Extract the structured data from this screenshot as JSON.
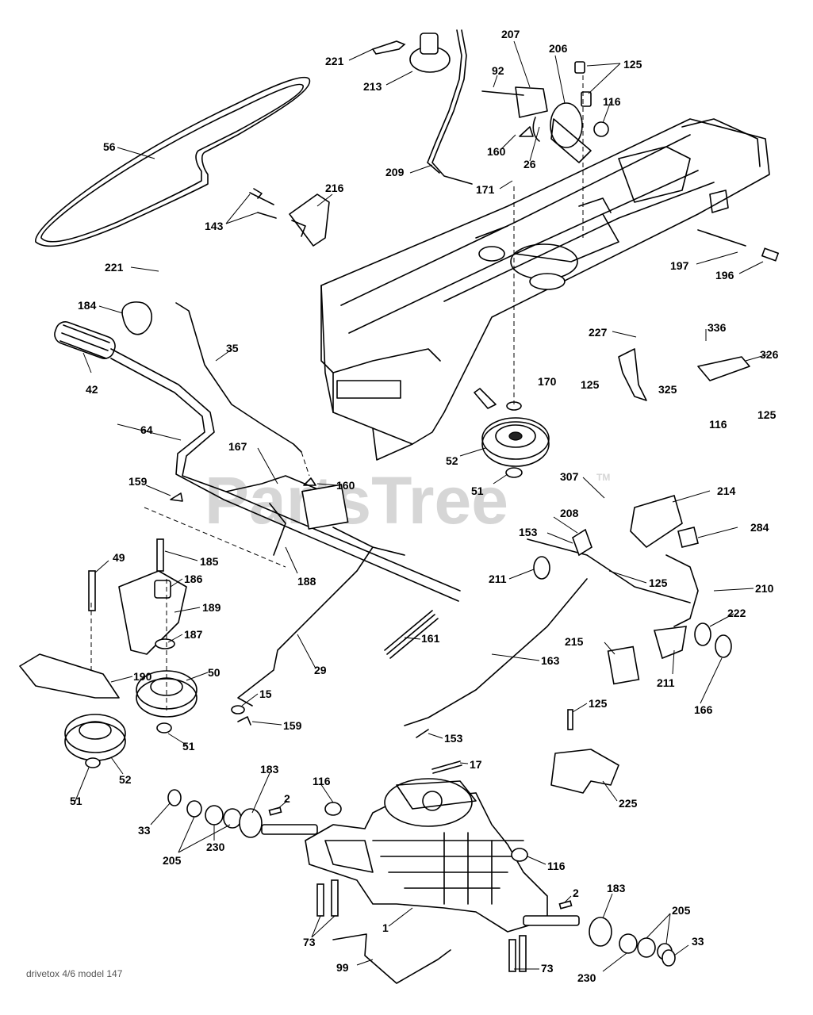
{
  "footer_caption": "drivetox 4/6 model 147",
  "watermark": {
    "text": "PartsTree",
    "mark": "TM"
  },
  "callouts": [
    {
      "id": "221",
      "label": "221"
    },
    {
      "id": "213",
      "label": "213"
    },
    {
      "id": "207",
      "label": "207"
    },
    {
      "id": "206",
      "label": "206"
    },
    {
      "id": "125",
      "label": "125"
    },
    {
      "id": "92",
      "label": "92"
    },
    {
      "id": "116",
      "label": "116"
    },
    {
      "id": "56",
      "label": "56"
    },
    {
      "id": "160",
      "label": "160"
    },
    {
      "id": "26",
      "label": "26"
    },
    {
      "id": "209",
      "label": "209"
    },
    {
      "id": "171",
      "label": "171"
    },
    {
      "id": "216",
      "label": "216"
    },
    {
      "id": "143",
      "label": "143"
    },
    {
      "id": "197",
      "label": "197"
    },
    {
      "id": "196",
      "label": "196"
    },
    {
      "id": "221b",
      "label": "221"
    },
    {
      "id": "184",
      "label": "184"
    },
    {
      "id": "35",
      "label": "35"
    },
    {
      "id": "42",
      "label": "42"
    },
    {
      "id": "227",
      "label": "227"
    },
    {
      "id": "336",
      "label": "336"
    },
    {
      "id": "326",
      "label": "326"
    },
    {
      "id": "125b",
      "label": "125"
    },
    {
      "id": "325",
      "label": "325"
    },
    {
      "id": "170",
      "label": "170"
    },
    {
      "id": "116b",
      "label": "116"
    },
    {
      "id": "125c",
      "label": "125"
    },
    {
      "id": "64",
      "label": "64"
    },
    {
      "id": "167",
      "label": "167"
    },
    {
      "id": "52",
      "label": "52"
    },
    {
      "id": "159",
      "label": "159"
    },
    {
      "id": "160b",
      "label": "160"
    },
    {
      "id": "51",
      "label": "51"
    },
    {
      "id": "307",
      "label": "307"
    },
    {
      "id": "214",
      "label": "214"
    },
    {
      "id": "208",
      "label": "208"
    },
    {
      "id": "153",
      "label": "153"
    },
    {
      "id": "284",
      "label": "284"
    },
    {
      "id": "49",
      "label": "49"
    },
    {
      "id": "185",
      "label": "185"
    },
    {
      "id": "188",
      "label": "188"
    },
    {
      "id": "211",
      "label": "211"
    },
    {
      "id": "125d",
      "label": "125"
    },
    {
      "id": "210",
      "label": "210"
    },
    {
      "id": "186",
      "label": "186"
    },
    {
      "id": "189",
      "label": "189"
    },
    {
      "id": "222",
      "label": "222"
    },
    {
      "id": "187",
      "label": "187"
    },
    {
      "id": "161",
      "label": "161"
    },
    {
      "id": "215",
      "label": "215"
    },
    {
      "id": "163",
      "label": "163"
    },
    {
      "id": "211b",
      "label": "211"
    },
    {
      "id": "50",
      "label": "50"
    },
    {
      "id": "190",
      "label": "190"
    },
    {
      "id": "29",
      "label": "29"
    },
    {
      "id": "166",
      "label": "166"
    },
    {
      "id": "15",
      "label": "15"
    },
    {
      "id": "125e",
      "label": "125"
    },
    {
      "id": "159b",
      "label": "159"
    },
    {
      "id": "51b",
      "label": "51"
    },
    {
      "id": "153b",
      "label": "153"
    },
    {
      "id": "17",
      "label": "17"
    },
    {
      "id": "52b",
      "label": "52"
    },
    {
      "id": "225",
      "label": "225"
    },
    {
      "id": "183",
      "label": "183"
    },
    {
      "id": "116c",
      "label": "116"
    },
    {
      "id": "51c",
      "label": "51"
    },
    {
      "id": "2",
      "label": "2"
    },
    {
      "id": "33",
      "label": "33"
    },
    {
      "id": "205",
      "label": "205"
    },
    {
      "id": "230",
      "label": "230"
    },
    {
      "id": "116d",
      "label": "116"
    },
    {
      "id": "2b",
      "label": "2"
    },
    {
      "id": "183b",
      "label": "183"
    },
    {
      "id": "205b",
      "label": "205"
    },
    {
      "id": "1",
      "label": "1"
    },
    {
      "id": "73",
      "label": "73"
    },
    {
      "id": "33b",
      "label": "33"
    },
    {
      "id": "99",
      "label": "99"
    },
    {
      "id": "73b",
      "label": "73"
    },
    {
      "id": "230b",
      "label": "230"
    }
  ]
}
